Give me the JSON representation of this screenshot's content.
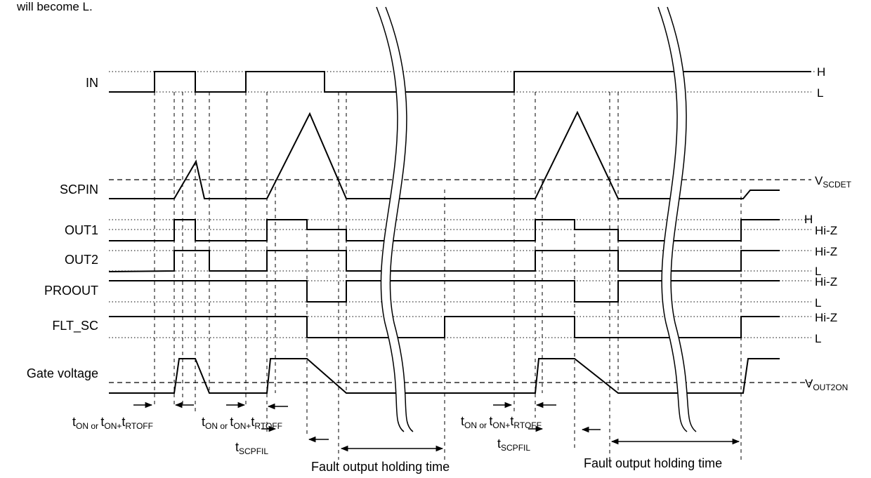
{
  "note": {
    "text": "will become L."
  },
  "signals": {
    "in": "IN",
    "scpin": "SCPIN",
    "out1": "OUT1",
    "out2": "OUT2",
    "proout": "PROOUT",
    "flt_sc": "FLT_SC",
    "gate": "Gate voltage"
  },
  "levels": {
    "in_h": "H",
    "in_l": "L",
    "vscdet_main": "V",
    "vscdet_sub": "SCDET",
    "out1_h": "H",
    "out1_hiz": "Hi-Z",
    "out2_hiz": "Hi-Z",
    "out2_l": "L",
    "proout_hiz": "Hi-Z",
    "proout_l": "L",
    "flt_hiz": "Hi-Z",
    "flt_l": "L",
    "vout2on_main": "V",
    "vout2on_sub": "OUT2ON"
  },
  "annotations": {
    "t1_t": "t",
    "t1_on": "ON",
    "t1_or": " or ",
    "t1_t2": "t",
    "t1_on2": "ON+",
    "t1_t3": "t",
    "t1_rtoff": "RTOFF",
    "t2_t": "t",
    "t2_on": "ON",
    "t2_or": " or ",
    "t2_t2": "t",
    "t2_on2": "ON+",
    "t2_t3": "t",
    "t2_rtoff": "RTOFF",
    "t3_t": "t",
    "t3_on": "ON",
    "t3_or": " or ",
    "t3_t2": "t",
    "t3_on2": "ON+",
    "t3_t3": "t",
    "t3_rtoff": "RTOFF",
    "scp1_t": "t",
    "scp1_sub": "SCPFIL",
    "scp2_t": "t",
    "scp2_sub": "SCPFIL",
    "fault1": "Fault output holding time",
    "fault2": "Fault output holding time"
  },
  "colors": {
    "line": "#000000",
    "background": "#ffffff"
  }
}
